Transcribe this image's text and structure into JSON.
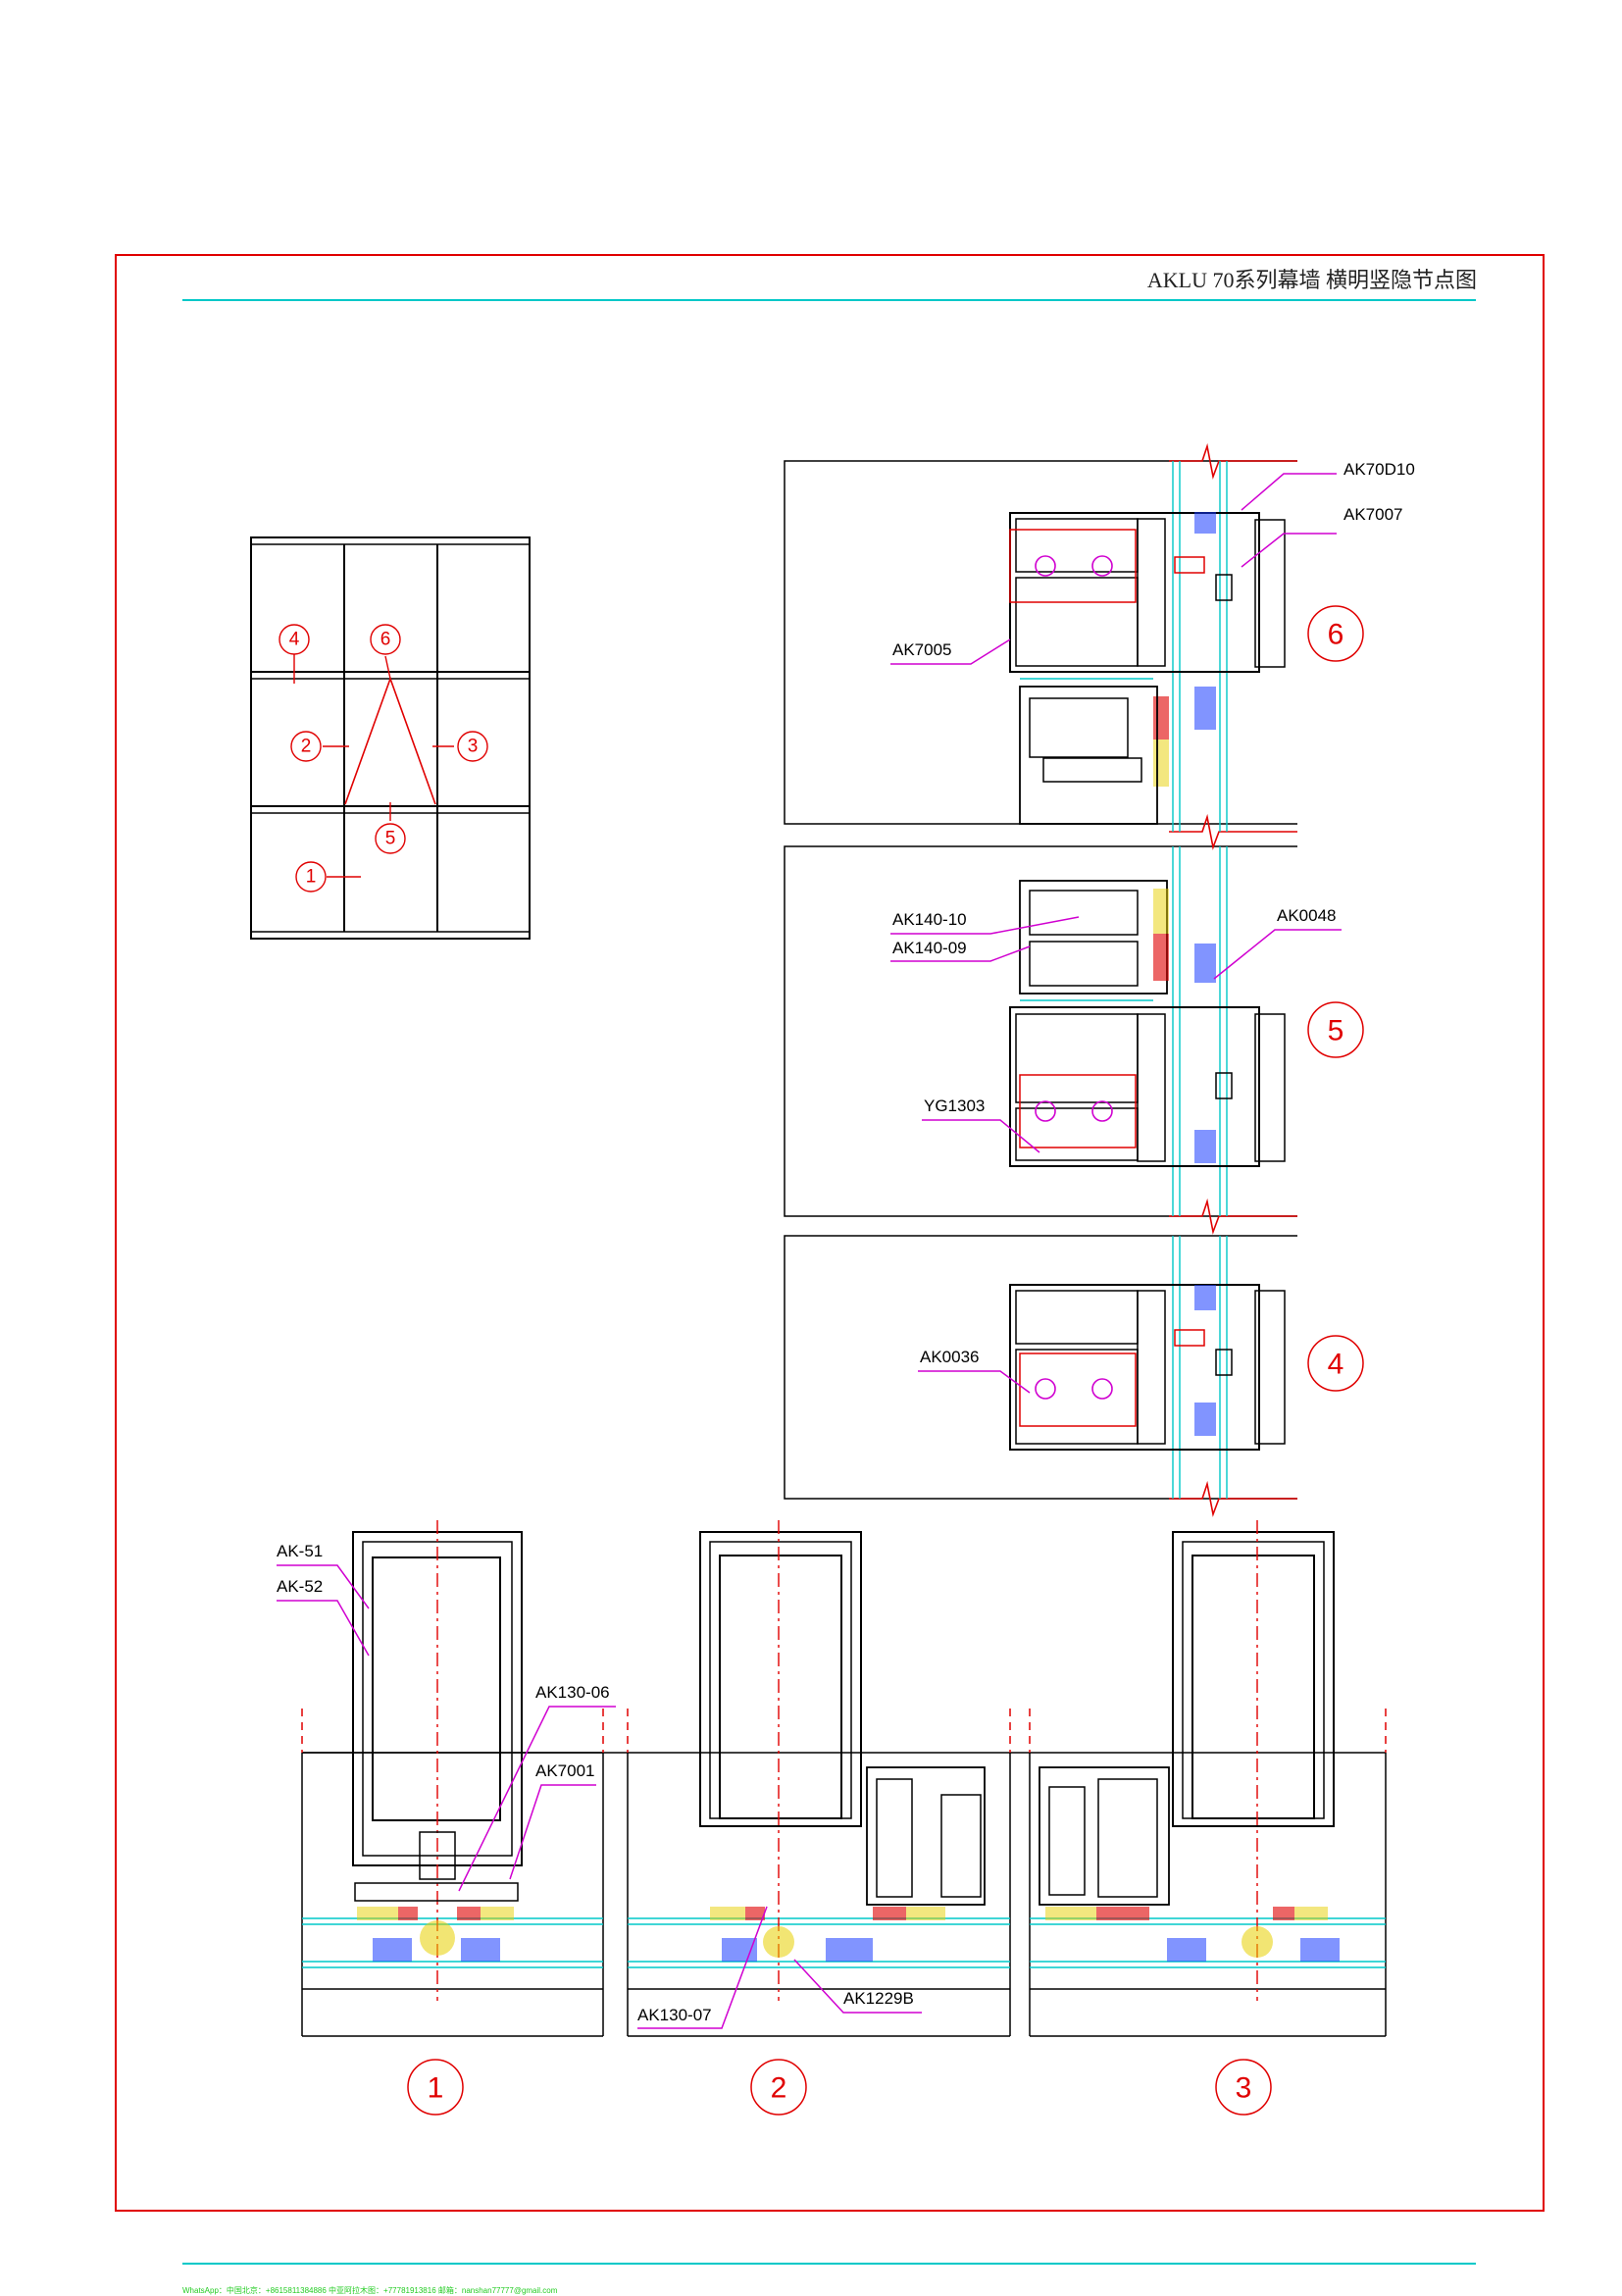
{
  "sheet": {
    "title": "AKLU 70系列幕墙 横明竖隐节点图",
    "footer": "WhatsApp：中国北京：+8615811384886 中亚阿拉木图：+77781913816 邮箱：nanshan77777@gmail.com"
  },
  "colors": {
    "frame": "#e00000",
    "cyan": "#00c8c8",
    "magenta": "#d000d0",
    "blue": "#1a3cff",
    "profile": "#000000",
    "pink": "#ff60a0",
    "yellow": "#e8d000"
  },
  "key_plan": {
    "markers": [
      {
        "id": "4",
        "label": "4"
      },
      {
        "id": "6",
        "label": "6"
      },
      {
        "id": "2",
        "label": "2"
      },
      {
        "id": "3",
        "label": "3"
      },
      {
        "id": "5",
        "label": "5"
      },
      {
        "id": "1",
        "label": "1"
      }
    ]
  },
  "sections": {
    "s6": {
      "label": "6",
      "parts": [
        "AK70D10",
        "AK7007",
        "AK7005"
      ]
    },
    "s5": {
      "label": "5",
      "parts": [
        "AK140-10",
        "AK140-09",
        "AK0048",
        "YG1303"
      ]
    },
    "s4": {
      "label": "4",
      "parts": [
        "AK0036"
      ]
    },
    "s1": {
      "label": "1",
      "parts": [
        "AK-51",
        "AK-52",
        "AK130-06",
        "AK7001"
      ]
    },
    "s2": {
      "label": "2",
      "parts": [
        "AK130-07",
        "AK1229B"
      ]
    },
    "s3": {
      "label": "3"
    }
  }
}
